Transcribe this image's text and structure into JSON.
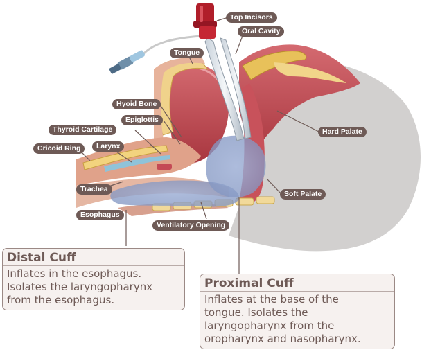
{
  "labels": {
    "top_incisors": "Top Incisors",
    "oral_cavity": "Oral Cavity",
    "tongue": "Tongue",
    "hyoid_bone": "Hyoid Bone",
    "epiglottis": "Epiglottis",
    "thyroid_cartilage": "Thyroid Cartilage",
    "cricoid_ring": "Cricoid Ring",
    "larynx": "Larynx",
    "hard_palate": "Hard Palate",
    "trachea": "Trachea",
    "soft_palate": "Soft Palate",
    "esophagus": "Esophagus",
    "ventilatory_opening": "Ventilatory Opening"
  },
  "distal_cuff": {
    "title": "Distal Cuff",
    "body": "Inflates in the esophagus.\nIsolates the laryngopharynx\nfrom the esophagus."
  },
  "proximal_cuff": {
    "title": "Proximal Cuff",
    "body": "Inflates at the base of the\ntongue.  Isolates the\nlaryngopharynx from the\noropharynx and nasopharynx."
  },
  "colors": {
    "label_bg": "#6e5a56",
    "box_bg": "#f6f0ee",
    "skull_gray": "#d2d0cf",
    "tissue_red": "#c0505a",
    "tube_red": "#b01e2a",
    "cuff_blue": "#8fa2c8"
  }
}
